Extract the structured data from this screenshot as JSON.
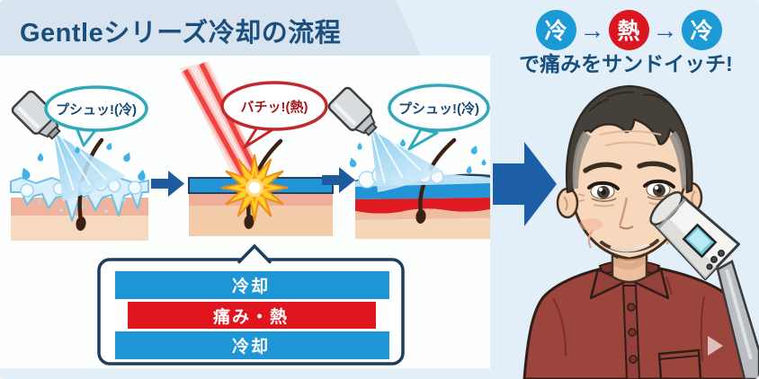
{
  "title": "Gentleシリーズ冷却の流程",
  "header": {
    "step1": "冷",
    "step2": "熱",
    "step3": "冷",
    "arrow": "→",
    "tagline": "で痛みをサンドイッチ!"
  },
  "panels": [
    {
      "bubble": "プシュッ!(冷)",
      "type": "cool-spray"
    },
    {
      "bubble": "バチッ!(熱)",
      "type": "laser-heat"
    },
    {
      "bubble": "プシュッ!(冷)",
      "type": "cool-spray"
    }
  ],
  "sandwich": {
    "top": "冷却",
    "middle": "痛み・熱",
    "bottom": "冷却"
  },
  "colors": {
    "cool_blue": "#1e95d4",
    "heat_red": "#e0151e",
    "navy_text": "#1a4e7e",
    "bubble_teal": "#2fa9b8",
    "bubble_red": "#c2272c",
    "arrow_blue": "#1d5fa6",
    "banner_bg": "#d7e3ee",
    "page_bg": "#e2eff9"
  },
  "icons": {
    "spray_nozzle": "cryogen-spray-nozzle-icon",
    "laser": "laser-beam-icon",
    "starburst": "heat-flash-icon",
    "big_arrow": "arrow-right-icon",
    "watermark": "watermark-arrow-icon"
  }
}
